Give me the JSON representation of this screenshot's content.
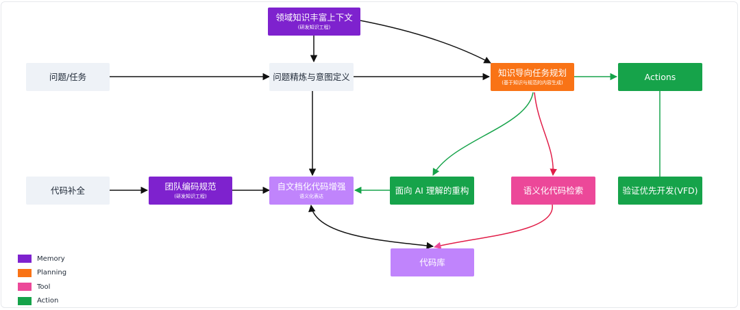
{
  "colors": {
    "memory": "#7e22ce",
    "planning": "#f97316",
    "tool": "#ec4899",
    "action": "#16a34a",
    "lavender": "#c084fc",
    "light": "#eef2f7",
    "edge_black": "#111111",
    "edge_green": "#16a34a",
    "edge_red": "#e11d48"
  },
  "nodes": {
    "domain_knowledge": {
      "title": "领域知识丰富上下文",
      "subtitle": "(研发知识工程)"
    },
    "problem_task": {
      "title": "问题/任务"
    },
    "problem_refine": {
      "title": "问题精炼与意图定义"
    },
    "knowledge_planning": {
      "title": "知识导向任务规划",
      "subtitle": "(基于知识与规范的内容生成)"
    },
    "actions": {
      "title": "Actions"
    },
    "code_completion": {
      "title": "代码补全"
    },
    "team_standards": {
      "title": "团队编码规范",
      "subtitle": "(研发知识工程)"
    },
    "self_doc_code": {
      "title": "自文档化代码增强",
      "subtitle": "语义化表达"
    },
    "ai_refactor": {
      "title": "面向 AI 理解的重构"
    },
    "semantic_search": {
      "title": "语义化代码检索"
    },
    "vfd": {
      "title": "验证优先开发(VFD)"
    },
    "code_repo": {
      "title": "代码库"
    }
  },
  "legend": [
    {
      "label": "Memory",
      "color": "#7e22ce"
    },
    {
      "label": "Planning",
      "color": "#f97316"
    },
    {
      "label": "Tool",
      "color": "#ec4899"
    },
    {
      "label": "Action",
      "color": "#16a34a"
    }
  ]
}
